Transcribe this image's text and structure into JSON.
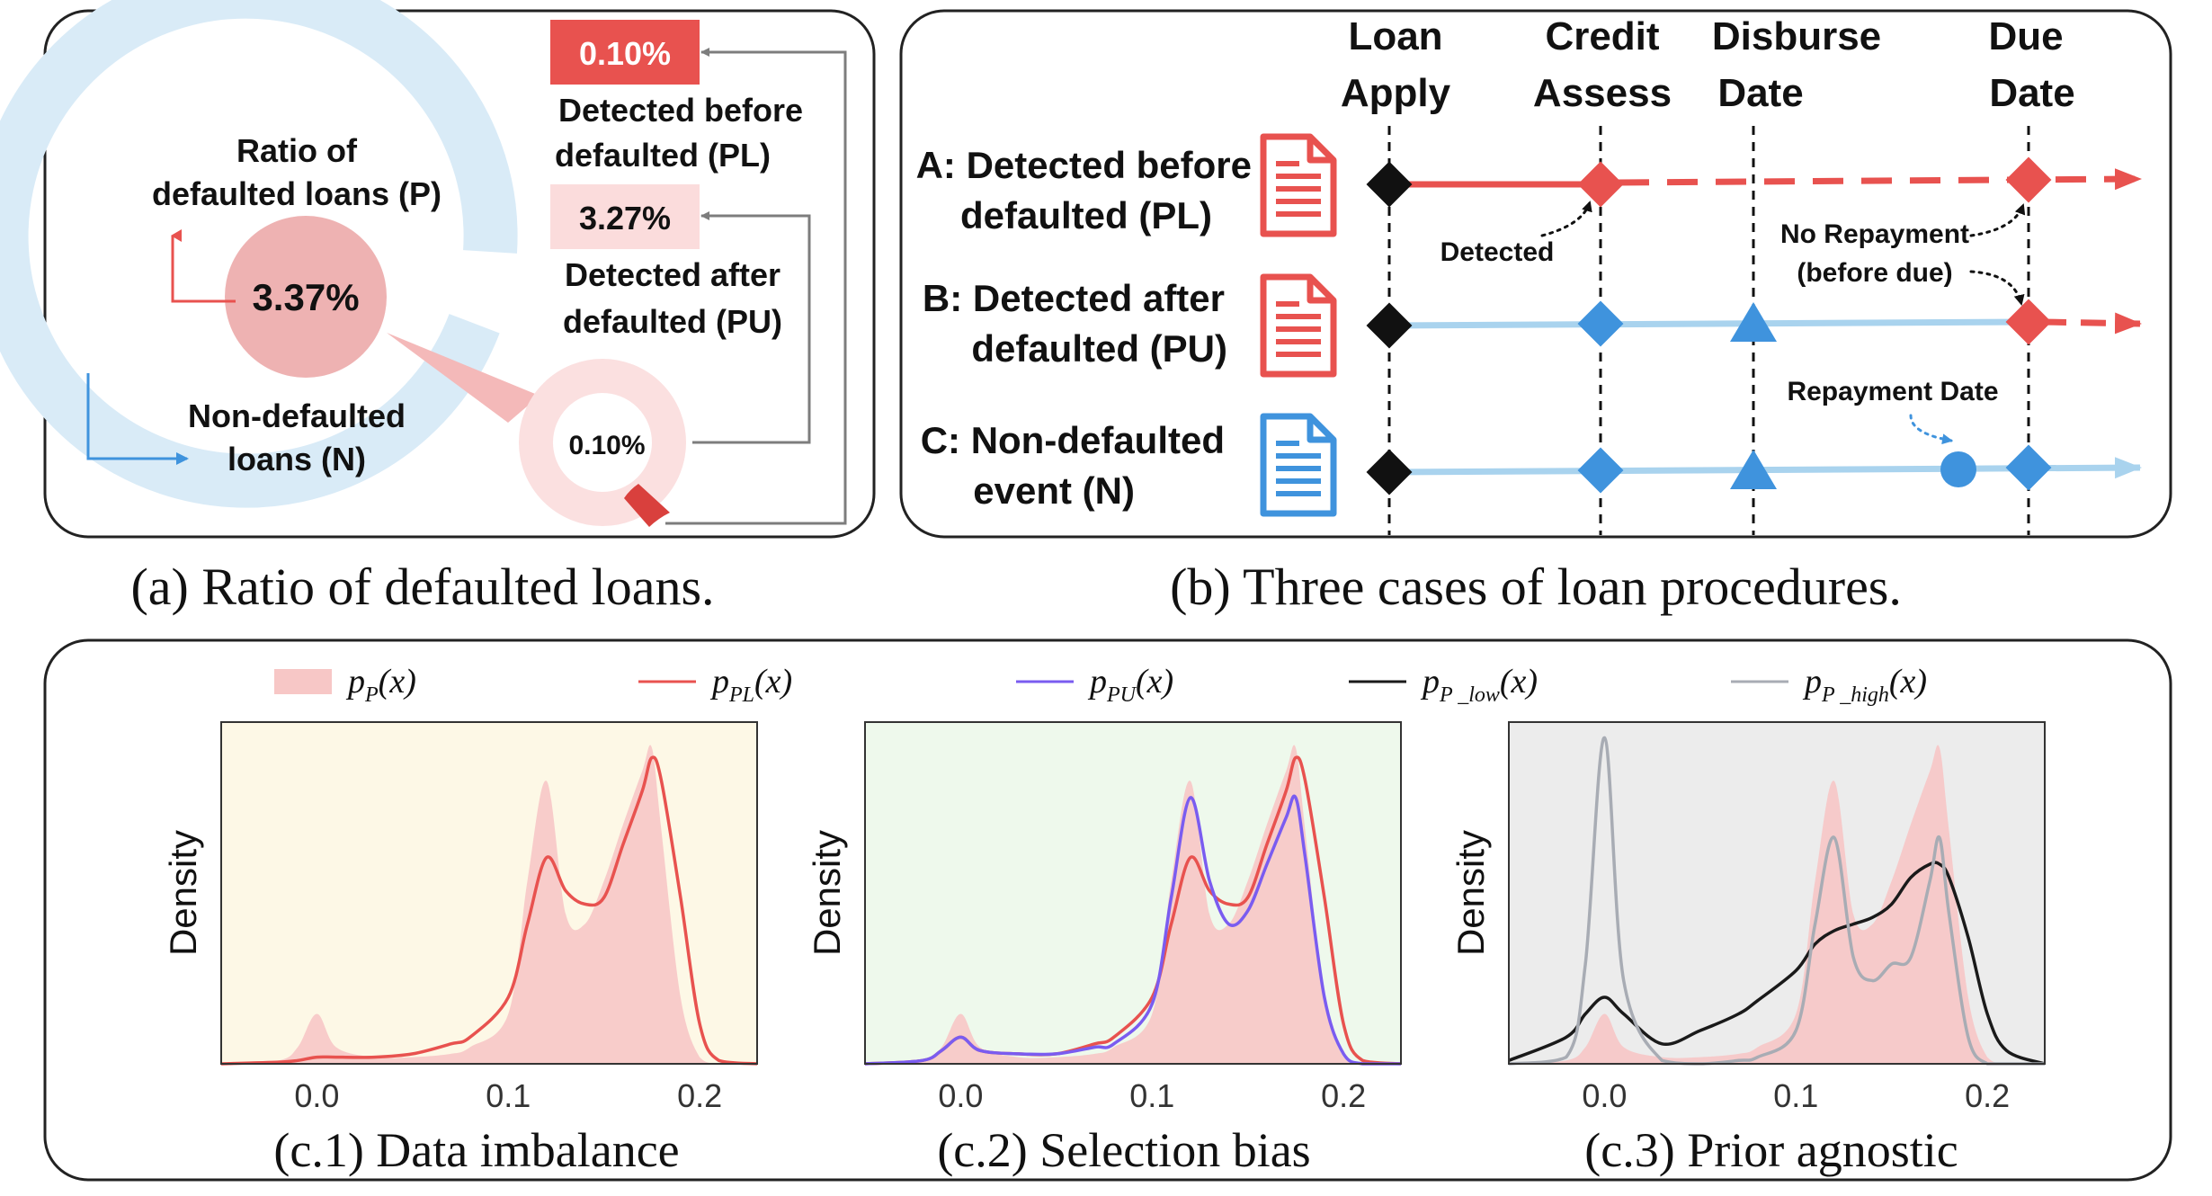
{
  "colors": {
    "red": "#e8524f",
    "red_fill": "#f7c7c6",
    "red_dark": "#d9403d",
    "blue_light": "#a9d3ee",
    "blue": "#3f93dd",
    "blue_ring": "#d9ebf7",
    "pink_ring": "#fbe0e0",
    "purple": "#7a5cf0",
    "black": "#1a1a1a",
    "grey": "#a8acb4",
    "bg_yellow": "#fdf8e6",
    "bg_green": "#eef9ec",
    "bg_grey": "#ececec"
  },
  "panel_a": {
    "caption": "(a) Ratio of defaulted loans.",
    "ratio_label_line1": "Ratio of",
    "ratio_label_line2": "defaulted loans (P)",
    "center_value": "3.37%",
    "nondefault_line1": "Non-defaulted",
    "nondefault_line2": "loans (N)",
    "small_ring_value": "0.10%",
    "pl_value": "0.10%",
    "pl_line1": "Detected before",
    "pl_line2": "defaulted (PL)",
    "pu_value": "3.27%",
    "pu_line1": "Detected after",
    "pu_line2": "defaulted (PU)"
  },
  "panel_b": {
    "caption": "(b) Three cases of loan procedures.",
    "columns": [
      {
        "line1": "Loan",
        "line2": "Apply"
      },
      {
        "line1": "Credit",
        "line2": "Assess"
      },
      {
        "line1": "Disburse",
        "line2": "Date"
      },
      {
        "line1": "Due",
        "line2": "Date"
      }
    ],
    "cases": [
      {
        "line1": "A: Detected before",
        "line2": "defaulted (PL)",
        "doc_icon": "red-document-icon"
      },
      {
        "line1": "B: Detected after",
        "line2": "defaulted (PU)",
        "doc_icon": "red-document-icon"
      },
      {
        "line1": "C: Non-defaulted",
        "line2": "event (N)",
        "doc_icon": "blue-document-icon"
      }
    ],
    "annotations": {
      "detected": "Detected",
      "no_repay_line1": "No Repayment",
      "no_repay_line2": "(before due)",
      "repayment_date": "Repayment Date"
    }
  },
  "panel_c": {
    "legend": [
      {
        "base": "p",
        "sub": "P",
        "arg": "(x)",
        "style": "fill",
        "color": "#f7c7c6"
      },
      {
        "base": "p",
        "sub": "PL",
        "arg": "(x)",
        "style": "line",
        "color": "#e8524f"
      },
      {
        "base": "p",
        "sub": "PU",
        "arg": "(x)",
        "style": "line",
        "color": "#7a5cf0"
      },
      {
        "base": "p",
        "sub": "P _low",
        "arg": "(x)",
        "style": "line",
        "color": "#1a1a1a"
      },
      {
        "base": "p",
        "sub": "P _high",
        "arg": "(x)",
        "style": "line",
        "color": "#a8acb4"
      }
    ]
  },
  "chart_data": [
    {
      "type": "area",
      "caption": "(c.1) Data imbalance",
      "ylabel": "Density",
      "xlim": [
        -0.05,
        0.23
      ],
      "ylim": [
        0,
        1
      ],
      "xticks": [
        "0.0",
        "0.1",
        "0.2"
      ],
      "xtick_values": [
        0.0,
        0.1,
        0.2
      ],
      "background": "#fdf8e6",
      "x": [
        -0.05,
        -0.02,
        -0.01,
        0.0,
        0.01,
        0.03,
        0.05,
        0.07,
        0.08,
        0.1,
        0.11,
        0.12,
        0.13,
        0.14,
        0.15,
        0.16,
        0.17,
        0.175,
        0.18,
        0.19,
        0.2,
        0.21,
        0.23
      ],
      "series": [
        {
          "name": "p_P(x)",
          "style": "fill",
          "color": "#f7c7c6",
          "values": [
            0.0,
            0.01,
            0.05,
            0.15,
            0.05,
            0.02,
            0.02,
            0.03,
            0.05,
            0.15,
            0.55,
            0.85,
            0.45,
            0.42,
            0.55,
            0.72,
            0.88,
            0.95,
            0.7,
            0.2,
            0.02,
            0.0,
            0.0
          ]
        },
        {
          "name": "p_PL(x)",
          "style": "line",
          "color": "#e8524f",
          "values": [
            0.0,
            0.005,
            0.01,
            0.02,
            0.02,
            0.02,
            0.03,
            0.06,
            0.08,
            0.2,
            0.42,
            0.62,
            0.52,
            0.48,
            0.5,
            0.66,
            0.82,
            0.92,
            0.85,
            0.5,
            0.12,
            0.01,
            0.0
          ]
        }
      ]
    },
    {
      "type": "area",
      "caption": "(c.2) Selection bias",
      "ylabel": "Density",
      "xlim": [
        -0.05,
        0.23
      ],
      "ylim": [
        0,
        1
      ],
      "xticks": [
        "0.0",
        "0.1",
        "0.2"
      ],
      "xtick_values": [
        0.0,
        0.1,
        0.2
      ],
      "background": "#eef9ec",
      "x": [
        -0.05,
        -0.02,
        -0.01,
        0.0,
        0.01,
        0.03,
        0.05,
        0.07,
        0.08,
        0.1,
        0.11,
        0.12,
        0.13,
        0.14,
        0.15,
        0.16,
        0.17,
        0.175,
        0.18,
        0.19,
        0.2,
        0.21,
        0.23
      ],
      "series": [
        {
          "name": "p_P(x)",
          "style": "fill",
          "color": "#f7c7c6",
          "values": [
            0.0,
            0.01,
            0.05,
            0.15,
            0.05,
            0.02,
            0.02,
            0.03,
            0.05,
            0.15,
            0.55,
            0.85,
            0.45,
            0.42,
            0.55,
            0.72,
            0.88,
            0.95,
            0.7,
            0.2,
            0.02,
            0.0,
            0.0
          ]
        },
        {
          "name": "p_PL(x)",
          "style": "line",
          "color": "#e8524f",
          "values": [
            0.0,
            0.01,
            0.04,
            0.08,
            0.04,
            0.03,
            0.03,
            0.06,
            0.08,
            0.2,
            0.42,
            0.62,
            0.52,
            0.48,
            0.5,
            0.66,
            0.82,
            0.92,
            0.85,
            0.5,
            0.12,
            0.01,
            0.0
          ]
        },
        {
          "name": "p_PU(x)",
          "style": "line",
          "color": "#7a5cf0",
          "values": [
            0.0,
            0.01,
            0.04,
            0.08,
            0.04,
            0.03,
            0.03,
            0.05,
            0.06,
            0.18,
            0.5,
            0.8,
            0.55,
            0.42,
            0.46,
            0.6,
            0.74,
            0.8,
            0.62,
            0.2,
            0.03,
            0.0,
            0.0
          ]
        }
      ]
    },
    {
      "type": "area",
      "caption": "(c.3) Prior agnostic",
      "ylabel": "Density",
      "xlim": [
        -0.05,
        0.23
      ],
      "ylim": [
        0,
        1
      ],
      "xticks": [
        "0.0",
        "0.1",
        "0.2"
      ],
      "xtick_values": [
        0.0,
        0.1,
        0.2
      ],
      "background": "#ececec",
      "x": [
        -0.05,
        -0.02,
        -0.01,
        0.0,
        0.01,
        0.03,
        0.05,
        0.07,
        0.08,
        0.1,
        0.11,
        0.12,
        0.13,
        0.14,
        0.15,
        0.16,
        0.17,
        0.175,
        0.18,
        0.19,
        0.2,
        0.21,
        0.23
      ],
      "series": [
        {
          "name": "p_P(x)",
          "style": "fill",
          "color": "#f7c7c6",
          "values": [
            0.0,
            0.01,
            0.05,
            0.15,
            0.05,
            0.02,
            0.02,
            0.03,
            0.05,
            0.15,
            0.55,
            0.85,
            0.45,
            0.42,
            0.55,
            0.72,
            0.88,
            0.95,
            0.7,
            0.2,
            0.02,
            0.0,
            0.0
          ]
        },
        {
          "name": "p_P_low(x)",
          "style": "line",
          "color": "#1a1a1a",
          "values": [
            0.01,
            0.08,
            0.15,
            0.2,
            0.15,
            0.06,
            0.1,
            0.15,
            0.19,
            0.28,
            0.36,
            0.4,
            0.42,
            0.44,
            0.48,
            0.56,
            0.6,
            0.6,
            0.56,
            0.38,
            0.15,
            0.04,
            0.0
          ]
        },
        {
          "name": "p_P_high(x)",
          "style": "line",
          "color": "#a8acb4",
          "values": [
            0.0,
            0.02,
            0.3,
            0.98,
            0.25,
            0.01,
            0.0,
            0.01,
            0.02,
            0.1,
            0.42,
            0.68,
            0.32,
            0.25,
            0.3,
            0.32,
            0.55,
            0.68,
            0.45,
            0.08,
            0.0,
            0.0,
            0.0
          ]
        }
      ]
    }
  ]
}
